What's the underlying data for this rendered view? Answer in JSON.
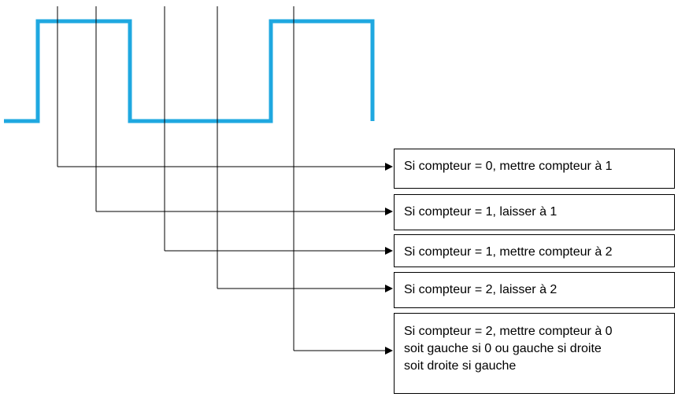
{
  "signal": {
    "color": "#1fa8e0",
    "pulses": 2
  },
  "connector_color": "#000000",
  "rules": [
    {
      "lines": [
        "Si compteur = 0, mettre compteur à 1"
      ]
    },
    {
      "lines": [
        "Si compteur = 1, laisser à 1"
      ]
    },
    {
      "lines": [
        "Si compteur = 1, mettre compteur à 2"
      ]
    },
    {
      "lines": [
        "Si compteur = 2, laisser à 2"
      ]
    },
    {
      "lines": [
        "Si compteur = 2, mettre compteur à 0",
        "soit gauche si 0 ou gauche si droite",
        "soit droite si gauche"
      ]
    }
  ]
}
